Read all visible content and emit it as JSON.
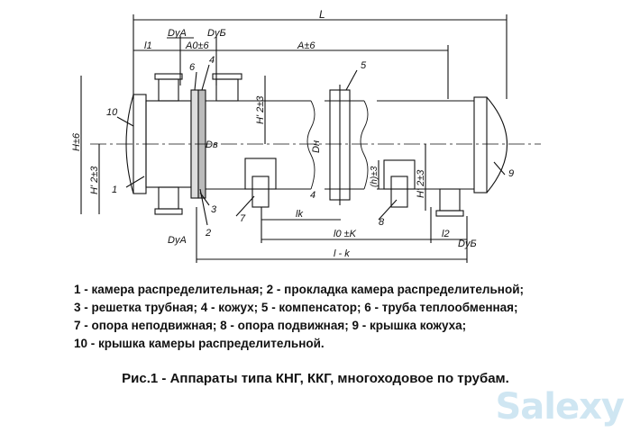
{
  "drawing": {
    "dims": {
      "L": "L",
      "l1": "l1",
      "dy_a_top": "DуA",
      "dy_b": "DуБ",
      "a0": "A0±6",
      "a": "A±6",
      "h_left": "H±6",
      "h1_left": "H' 2±3",
      "h_mid": "H' 2±3",
      "dv": "Dв",
      "dn": "Dн",
      "h1_right": "H' 2±3",
      "lk": "lk",
      "l0k": "l0 ±K",
      "l2": "l2",
      "lmk": "l - k",
      "dy_a_bottom": "DуA",
      "dy_b_bottom": "DуБ",
      "h_support": "(h)±3"
    },
    "callouts": [
      "1",
      "2",
      "3",
      "4",
      "4",
      "5",
      "6",
      "7",
      "8",
      "9",
      "10"
    ]
  },
  "legend": [
    "1 - камера распределительная; 2 - прокладка камера распределительной;",
    "3 - решетка трубная; 4 - кожух; 5 - компенсатор; 6 - труба теплообменная;",
    "7 - опора неподвижная; 8 - опора подвижная; 9 - крышка кожуха;",
    "10 - крышка камеры распределительной."
  ],
  "caption": "Рис.1 - Аппараты типа КНГ, ККГ, многоходовое по трубам.",
  "watermark": "Salexy"
}
